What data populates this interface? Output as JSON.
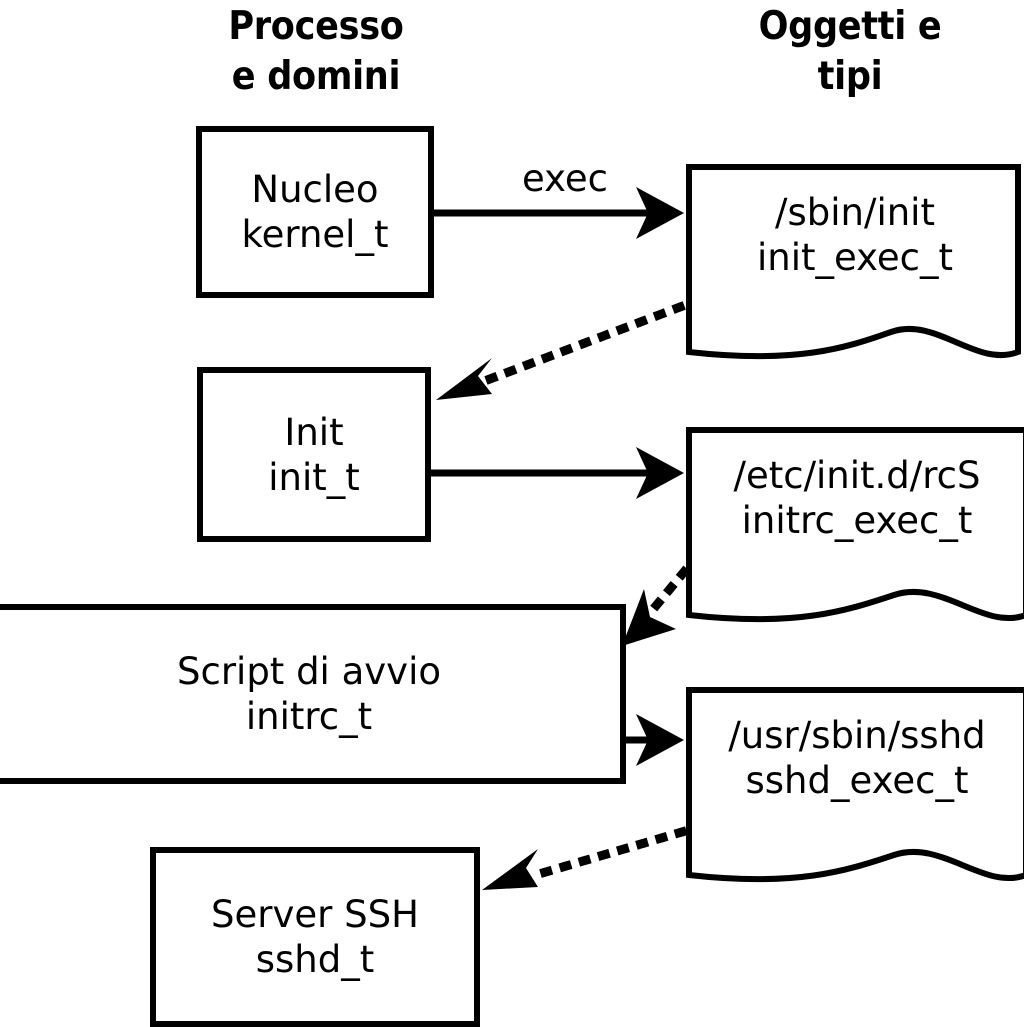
{
  "diagram": {
    "title_columns": {
      "processes": "Processo\ne domini",
      "objects": "Oggetti e\ntipi"
    },
    "process_nodes": [
      {
        "id": "kernel",
        "label": "Nucleo\nkernel_t"
      },
      {
        "id": "init",
        "label": "Init\ninit_t"
      },
      {
        "id": "script",
        "label": "Script di avvio\ninitrc_t"
      },
      {
        "id": "sshd",
        "label": "Server SSH\nsshd_t"
      }
    ],
    "object_nodes": [
      {
        "id": "init_exec",
        "label": "/sbin/init\ninit_exec_t"
      },
      {
        "id": "initrc_exec",
        "label": "/etc/init.d/rcS\ninitrc_exec_t"
      },
      {
        "id": "sshd_exec",
        "label": "/usr/sbin/sshd\nsshd_exec_t"
      }
    ],
    "edges": [
      {
        "id": "kernel-exec-init_exec",
        "label": "exec",
        "style": "solid",
        "from": "kernel",
        "to": "init_exec"
      },
      {
        "id": "init_exec-init",
        "label": "",
        "style": "dotted",
        "from": "init_exec",
        "to": "init"
      },
      {
        "id": "init-initrc_exec",
        "label": "",
        "style": "solid",
        "from": "init",
        "to": "initrc_exec"
      },
      {
        "id": "initrc_exec-script",
        "label": "",
        "style": "dotted",
        "from": "initrc_exec",
        "to": "script"
      },
      {
        "id": "script-sshd_exec",
        "label": "",
        "style": "solid",
        "from": "script",
        "to": "sshd_exec"
      },
      {
        "id": "sshd_exec-sshd",
        "label": "",
        "style": "dotted",
        "from": "sshd_exec",
        "to": "sshd"
      }
    ],
    "colors": {
      "stroke": "#000000",
      "background": "#ffffff"
    }
  }
}
